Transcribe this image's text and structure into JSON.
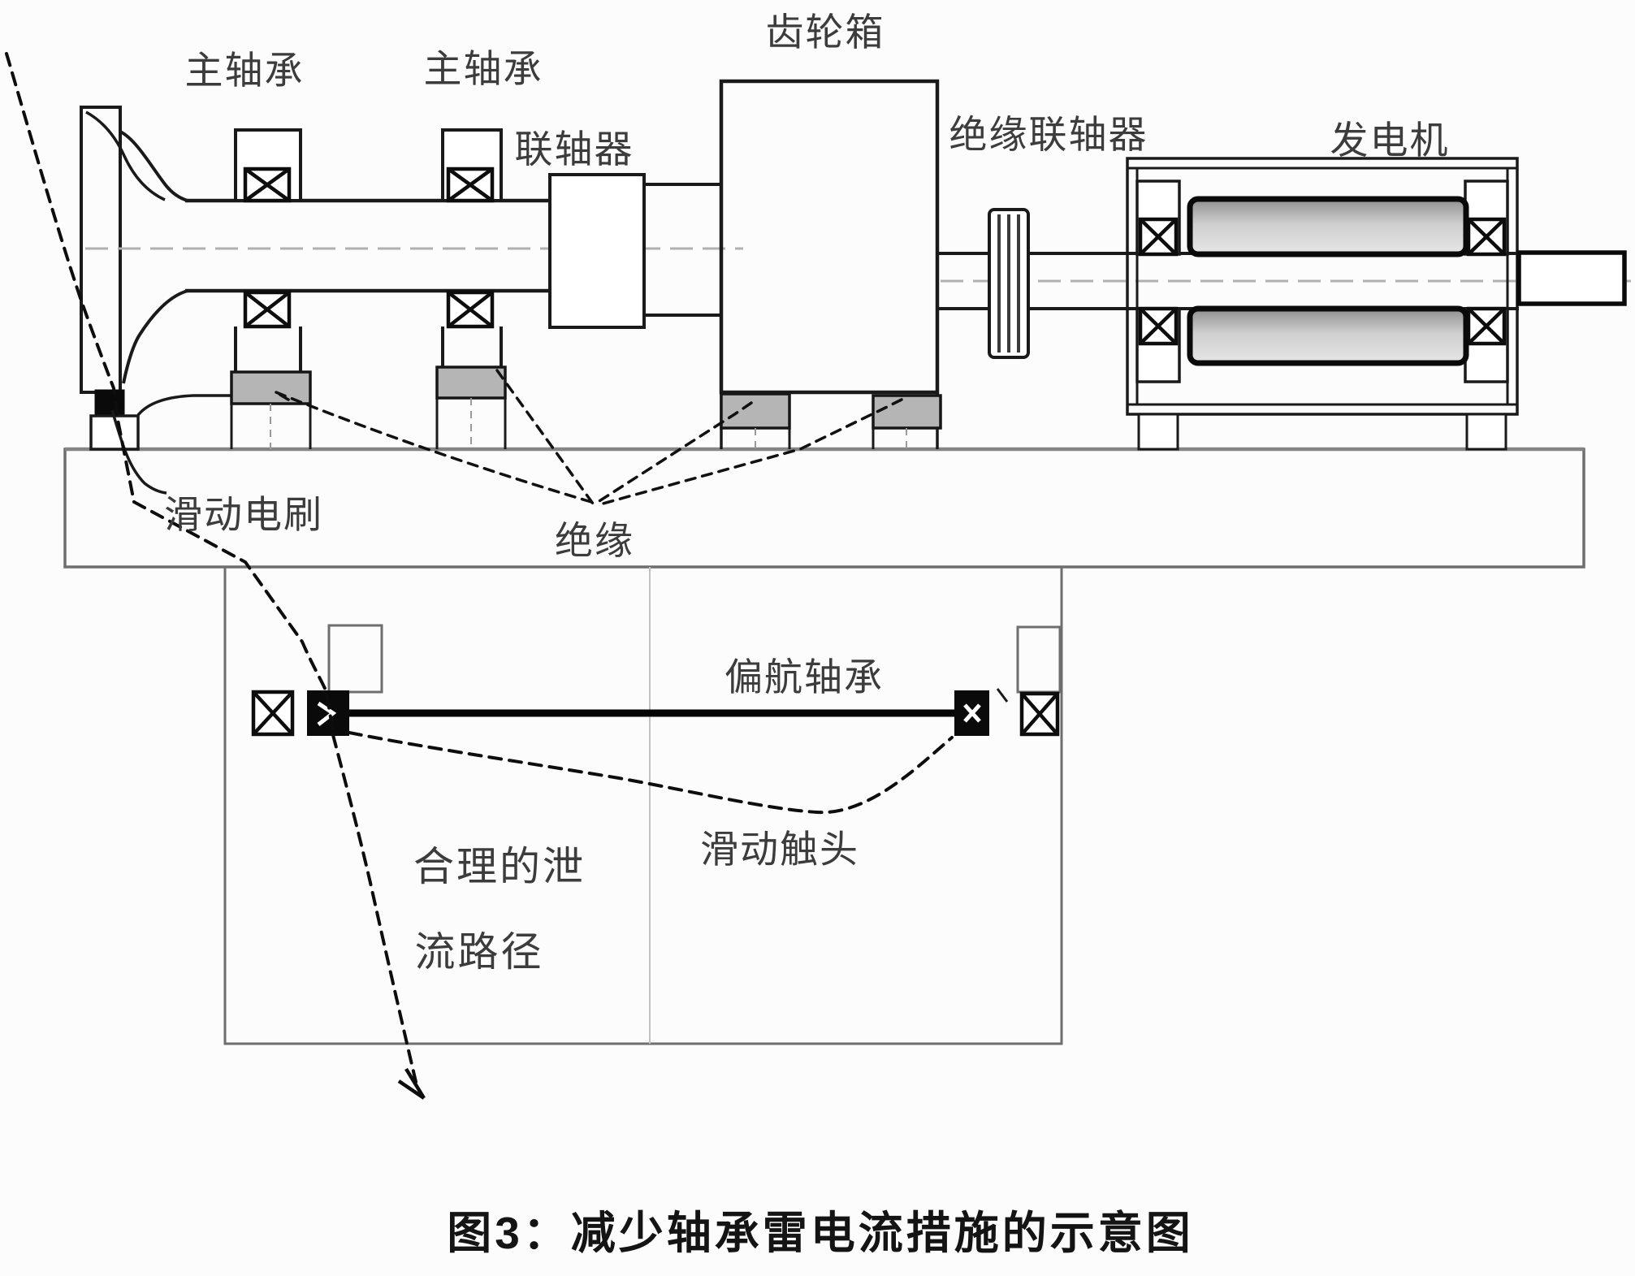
{
  "caption": "图3：减少轴承雷电流措施的示意图",
  "labels": {
    "main_bearing_1": "主轴承",
    "main_bearing_2": "主轴承",
    "coupling": "联轴器",
    "gearbox": "齿轮箱",
    "insulated_coupling": "绝缘联轴器",
    "generator": "发电机",
    "sliding_brush": "滑动电刷",
    "insulation": "绝缘",
    "yaw_bearing": "偏航轴承",
    "sliding_contact": "滑动触头",
    "discharge_path_line1": "合理的泄",
    "discharge_path_line2": "流路径"
  },
  "colors": {
    "ink": "#1a1a1a",
    "structure_gray": "#6e6e6e",
    "pad_fill": "#b5b5b5",
    "centerline_gray": "#b0b0b0",
    "background": "#fcfcfc"
  }
}
